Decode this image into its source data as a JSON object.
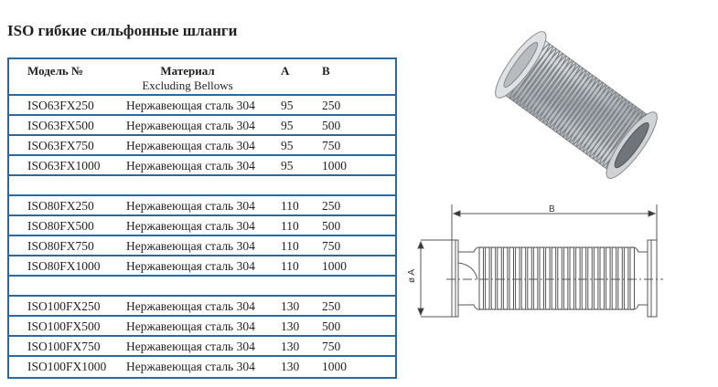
{
  "title": "ISO гибкие сильфонные шланги",
  "table": {
    "headers": {
      "model": "Модель №",
      "material": "Материал",
      "material_sub": "Excluding Bellows",
      "a": "A",
      "b": "B"
    },
    "rows": [
      {
        "model": "ISO63FX250",
        "material": "Нержавеющая сталь 304",
        "a": "95",
        "b": "250"
      },
      {
        "model": "ISO63FX500",
        "material": "Нержавеющая сталь 304",
        "a": "95",
        "b": "500"
      },
      {
        "model": "ISO63FX750",
        "material": "Нержавеющая сталь 304",
        "a": "95",
        "b": "750"
      },
      {
        "model": "ISO63FX1000",
        "material": "Нержавеющая сталь 304",
        "a": "95",
        "b": "1000"
      },
      {
        "model": "",
        "material": "",
        "a": "",
        "b": ""
      },
      {
        "model": "ISO80FX250",
        "material": "Нержавеющая сталь 304",
        "a": "110",
        "b": "250"
      },
      {
        "model": "ISO80FX500",
        "material": "Нержавеющая сталь 304",
        "a": "110",
        "b": "500"
      },
      {
        "model": "ISO80FX750",
        "material": "Нержавеющая сталь 304",
        "a": "110",
        "b": "750"
      },
      {
        "model": "ISO80FX1000",
        "material": "Нержавеющая сталь 304",
        "a": "110",
        "b": "1000"
      },
      {
        "model": "",
        "material": "",
        "a": "",
        "b": ""
      },
      {
        "model": "ISO100FX250",
        "material": "Нержавеющая сталь 304",
        "a": "130",
        "b": "250"
      },
      {
        "model": "ISO100FX500",
        "material": "Нержавеющая сталь 304",
        "a": "130",
        "b": "500"
      },
      {
        "model": "ISO100FX750",
        "material": "Нержавеющая сталь 304",
        "a": "130",
        "b": "750"
      },
      {
        "model": "ISO100FX1000",
        "material": "Нержавеющая сталь 304",
        "a": "130",
        "b": "1000"
      }
    ]
  },
  "drawing": {
    "label_b": "B",
    "label_a": "ø A"
  }
}
